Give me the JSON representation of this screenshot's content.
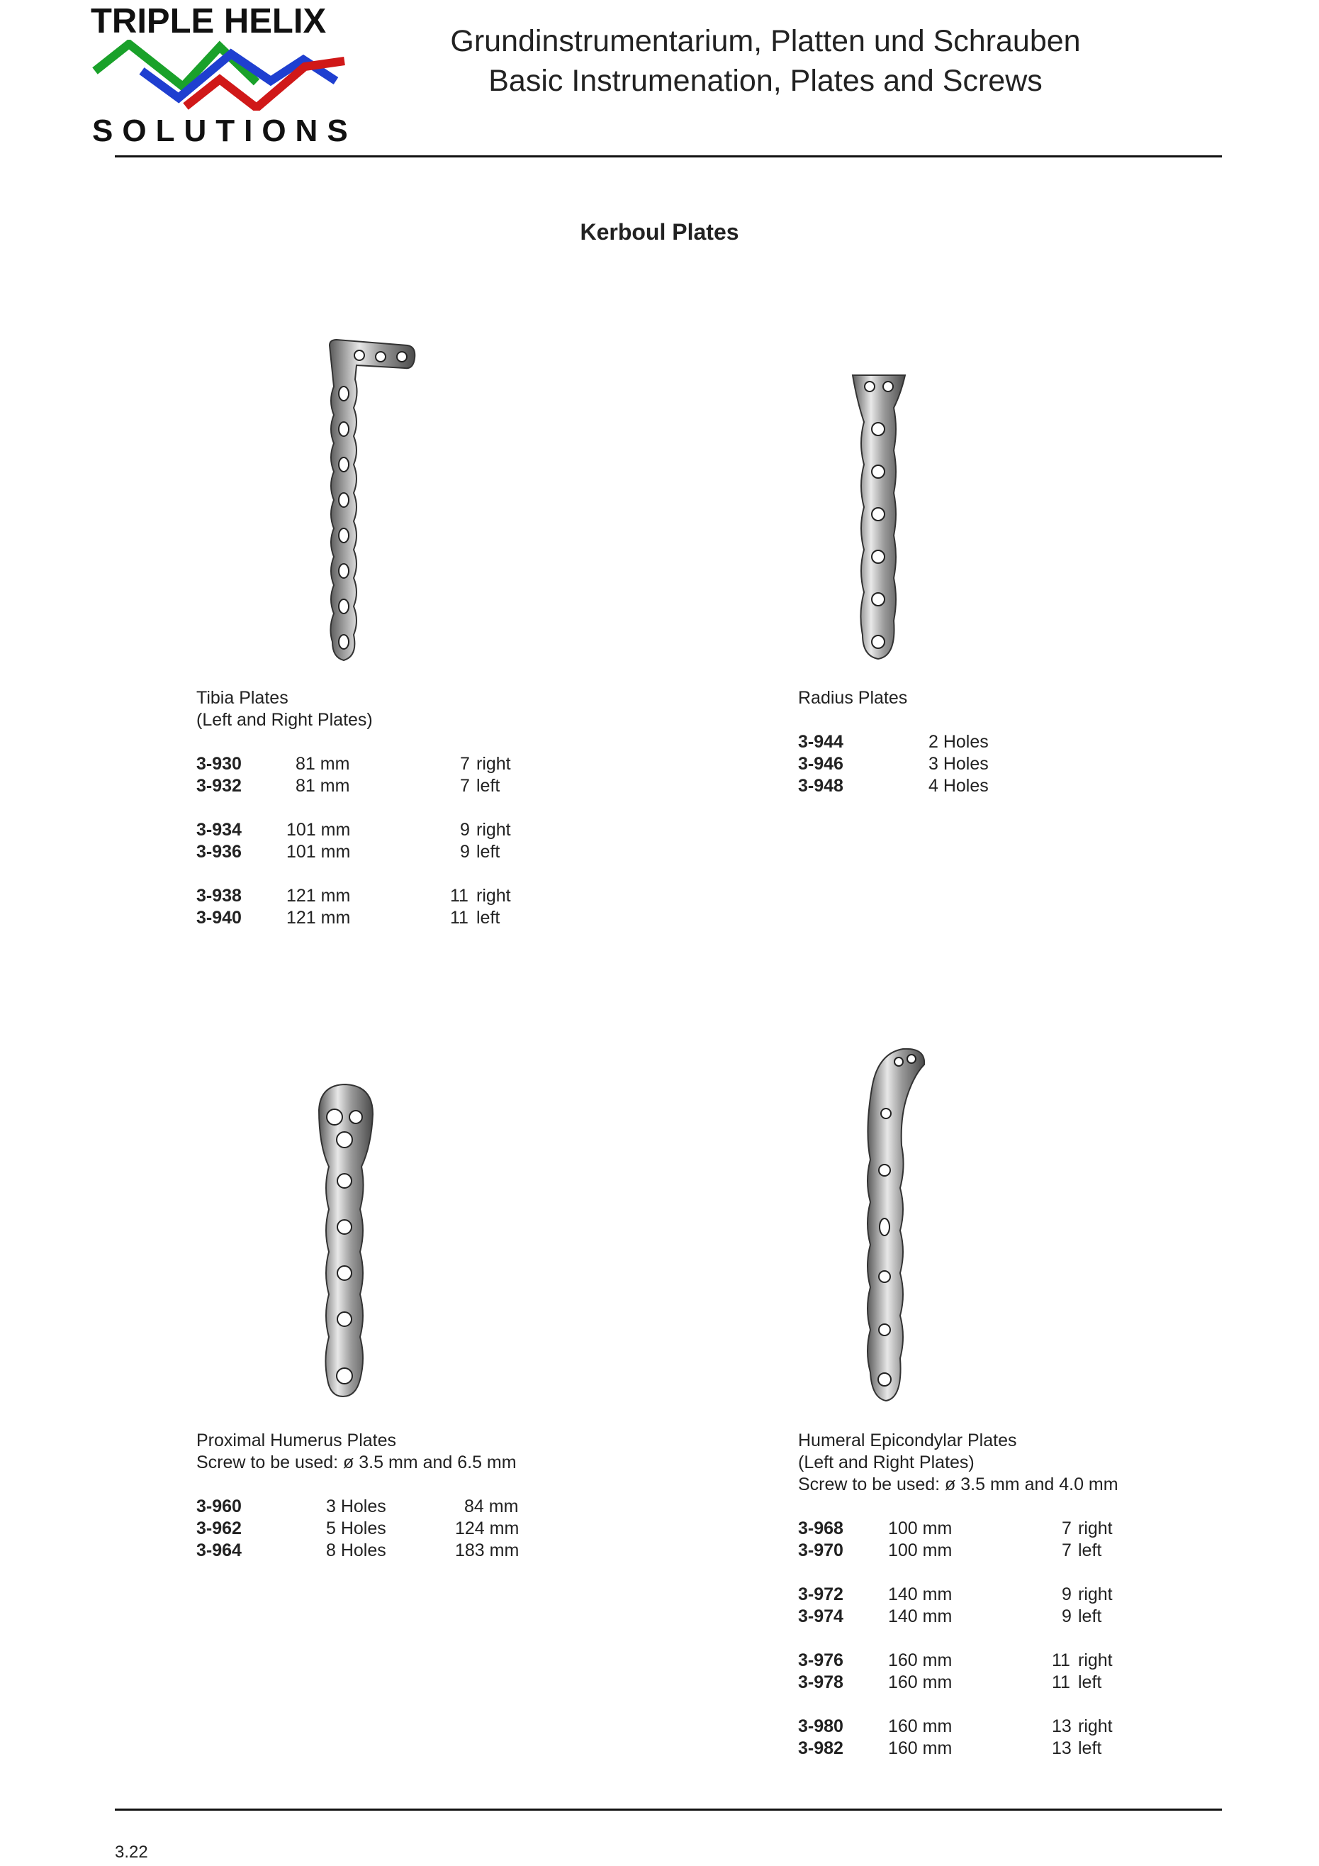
{
  "header": {
    "logo_title": "TRIPLE HELIX",
    "logo_sub": "SOLUTIONS",
    "title_de": "Grundinstrumentarium, Platten und Schrauben",
    "title_en": "Basic Instrumenation, Plates and Screws",
    "colors": {
      "green": "#1aa12a",
      "blue": "#1f3fd0",
      "red": "#d01818"
    }
  },
  "section_title": "Kerboul Plates",
  "tibia": {
    "caption1": "Tibia Plates",
    "caption2": "(Left and Right Plates)",
    "groups": [
      [
        {
          "code": "3-930",
          "length": "81 mm",
          "holes": "7",
          "side": "right"
        },
        {
          "code": "3-932",
          "length": "81 mm",
          "holes": "7",
          "side": "left"
        }
      ],
      [
        {
          "code": "3-934",
          "length": "101 mm",
          "holes": "9",
          "side": "right"
        },
        {
          "code": "3-936",
          "length": "101 mm",
          "holes": "9",
          "side": "left"
        }
      ],
      [
        {
          "code": "3-938",
          "length": "121 mm",
          "holes": "11",
          "side": "right"
        },
        {
          "code": "3-940",
          "length": "121 mm",
          "holes": "11",
          "side": "left"
        }
      ]
    ]
  },
  "radius": {
    "caption1": "Radius Plates",
    "rows": [
      {
        "code": "3-944",
        "holes": "2 Holes"
      },
      {
        "code": "3-946",
        "holes": "3 Holes"
      },
      {
        "code": "3-948",
        "holes": "4 Holes"
      }
    ]
  },
  "humerus": {
    "caption1": "Proximal Humerus Plates",
    "caption2": "Screw to be used: ø 3.5 mm and 6.5 mm",
    "rows": [
      {
        "code": "3-960",
        "holes": "3 Holes",
        "length": "84 mm"
      },
      {
        "code": "3-962",
        "holes": "5 Holes",
        "length": "124 mm"
      },
      {
        "code": "3-964",
        "holes": "8 Holes",
        "length": "183 mm"
      }
    ]
  },
  "epicondylar": {
    "caption1": "Humeral Epicondylar Plates",
    "caption2": "(Left and Right Plates)",
    "caption3": "Screw to be used: ø 3.5 mm and 4.0 mm",
    "groups": [
      [
        {
          "code": "3-968",
          "length": "100 mm",
          "holes": "7",
          "side": "right"
        },
        {
          "code": "3-970",
          "length": "100 mm",
          "holes": "7",
          "side": "left"
        }
      ],
      [
        {
          "code": "3-972",
          "length": "140 mm",
          "holes": "9",
          "side": "right"
        },
        {
          "code": "3-974",
          "length": "140 mm",
          "holes": "9",
          "side": "left"
        }
      ],
      [
        {
          "code": "3-976",
          "length": "160 mm",
          "holes": "11",
          "side": "right"
        },
        {
          "code": "3-978",
          "length": "160 mm",
          "holes": "11",
          "side": "left"
        }
      ],
      [
        {
          "code": "3-980",
          "length": "160 mm",
          "holes": "13",
          "side": "right"
        },
        {
          "code": "3-982",
          "length": "160 mm",
          "holes": "13",
          "side": "left"
        }
      ]
    ]
  },
  "page_number": "3.22"
}
